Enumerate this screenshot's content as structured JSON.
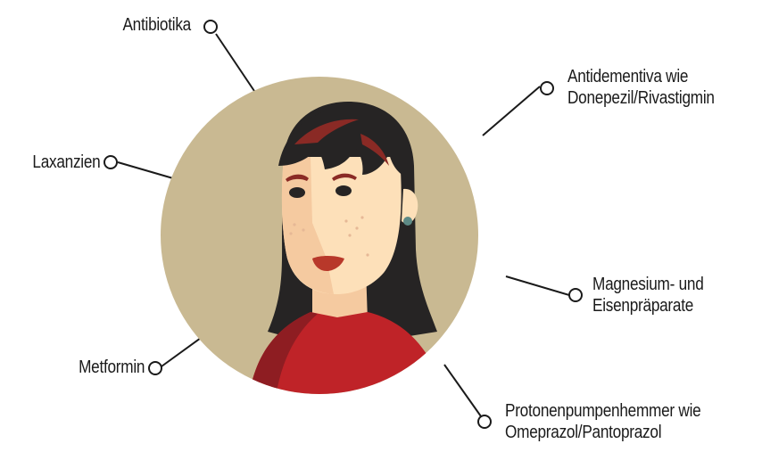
{
  "callouts": [
    {
      "id": "antibiotika",
      "lines": [
        "Antibiotika"
      ]
    },
    {
      "id": "antidementiva",
      "lines": [
        "Antidementiva wie",
        "Donepezil/Rivastigmin"
      ]
    },
    {
      "id": "laxanzien",
      "lines": [
        "Laxanzien"
      ]
    },
    {
      "id": "magnesium",
      "lines": [
        "Magnesium- und",
        "Eisenpräparate"
      ]
    },
    {
      "id": "metformin",
      "lines": [
        "Metformin"
      ]
    },
    {
      "id": "protonenpumpenhemmer",
      "lines": [
        "Protonenpumpenhemmer wie",
        "Omeprazol/Pantoprazol"
      ]
    }
  ],
  "colors": {
    "circle_background": "#c9b992",
    "hair": "#262424",
    "hair_highlight": "#8a2a25",
    "skin_light": "#fde0b9",
    "skin_shadow": "#f5caa0",
    "shirt": "#bf2328",
    "shirt_shadow": "#8e1d22",
    "lips": "#b8382a",
    "earring": "#5d8a86",
    "connector": "#1a1a1a"
  }
}
